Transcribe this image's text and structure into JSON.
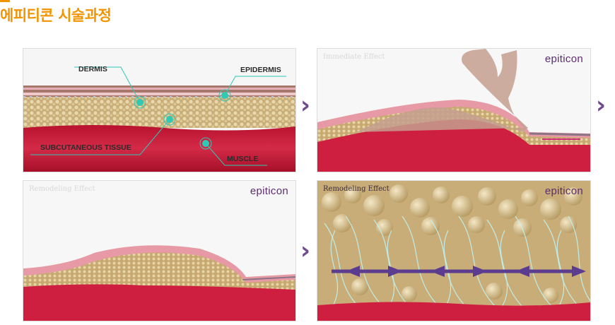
{
  "title": "에피티콘 시술과정",
  "panels": [
    {
      "labels": {
        "dermis": "DERMIS",
        "epidermis": "EPIDERMIS",
        "subcutaneous": "SUBCUTANEOUS TISSUE",
        "muscle": "MUSCLE"
      }
    },
    {
      "caption": "Immediate Effect",
      "logo": "epiticon"
    },
    {
      "caption": "Remodeling Effect",
      "logo": "epiticon"
    },
    {
      "caption": "Remodeling Effect",
      "logo": "epiticon"
    }
  ],
  "arrow_glyph": "›",
  "colors": {
    "accent": "#f29400",
    "arrow": "#6f4a8e",
    "logo": "#5c2d6e",
    "muscle": "#c8203f",
    "fat": "#d9c28f",
    "skin": "#e8a0a8"
  },
  "icons": [
    "chevron-right-icon",
    "hand-illustration",
    "collagen-fiber-illustration"
  ]
}
